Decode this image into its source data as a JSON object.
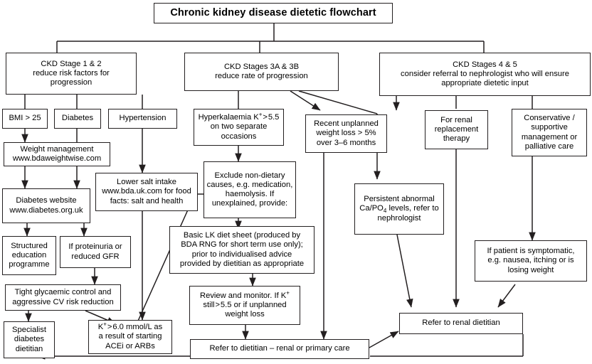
{
  "chart": {
    "type": "flowchart",
    "title": "Chronic kidney disease dietetic flowchart",
    "colors": {
      "stroke": "#231f20",
      "fill": "#ffffff",
      "text": "#000000"
    },
    "nodes": {
      "title": "Chronic kidney disease dietetic flowchart",
      "stage12": "CKD Stage 1 & 2\nreduce risk factors for\nprogression",
      "stage3": "CKD Stages 3A & 3B\nreduce rate of progression",
      "stage45": "CKD Stages 4 & 5\nconsider referral to nephrologist who will ensure\nappropriate dietetic input",
      "bmi": "BMI > 25",
      "diabetes": "Diabetes",
      "hypertension": "Hypertension",
      "weight_management": "Weight management\nwww.bdaweightwise.com",
      "diabetes_website": "Diabetes website\nwww.diabetes.org.uk",
      "structured_education": "Structured\neducation\nprogramme",
      "proteinuria": "If proteinuria or\nreduced GFR",
      "tight_glycaemic": "Tight glycaemic control and\naggressive CV risk reduction",
      "specialist_diabetes": "Specialist\ndiabetes\ndietitian",
      "lower_salt": "Lower salt intake\nwww.bda.uk.com for food\nfacts: salt and health",
      "k_acei": "K+ > 6.0 mmol/L as\na result of starting\nACEi or ARBs",
      "hyperkalaemia": "Hyperkalaemia K+ > 5.5\non two separate\noccasions",
      "exclude": "Exclude non-dietary\ncauses, e.g. medication,\nhaemolysis. If\nunexplained, provide:",
      "basic_lk": "Basic LK diet sheet  (produced by\nBDA RNG for short term use only);\nprior to individualised advice\nprovided by dietitian as appropriate",
      "review_monitor": "Review and monitor. If K+\nstill > 5.5 or if unplanned\nweight loss",
      "refer_dietitian": "Refer to dietitian – renal or primary care",
      "recent_weight_loss": "Recent  unplanned\nweight loss > 5%\nover 3–6 months",
      "persistent_abnormal": "Persistent abnormal\nCa/PO4 levels, refer to\nnephrologist",
      "renal_replacement": "For renal\nreplacement\ntherapy",
      "conservative": "Conservative /\nsupportive\nmanagement or\npalliative care",
      "symptomatic": "If patient is symptomatic,\ne.g. nausea, itching or is\nlosing weight",
      "refer_renal_dietitian": "Refer to renal dietitian"
    }
  }
}
